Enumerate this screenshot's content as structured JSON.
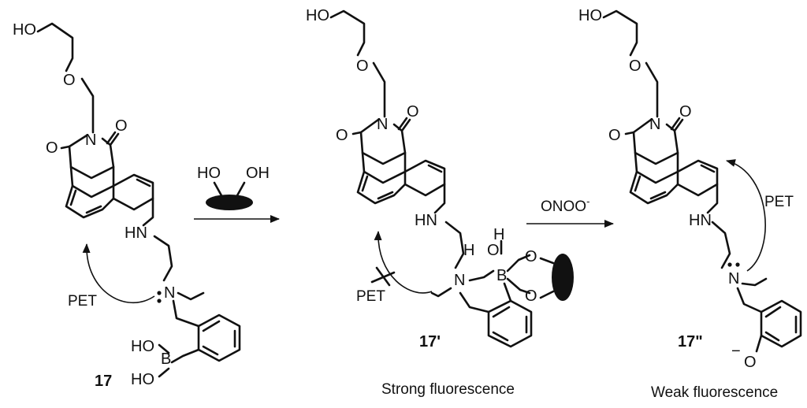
{
  "compounds": [
    {
      "id": "17",
      "caption": ""
    },
    {
      "id": "17'",
      "caption": "Strong fluorescence"
    },
    {
      "id": "17\"",
      "caption": "Weak fluorescence"
    }
  ],
  "labels": {
    "pet": "PET",
    "oxidant": "ONOO",
    "oxidant_charge": "-",
    "phenoxide_charge": "−"
  },
  "atoms": {
    "ho": "HO",
    "oh": "OH",
    "o": "O",
    "n": "N",
    "hn": "HN",
    "b": "B",
    "h": "H"
  }
}
